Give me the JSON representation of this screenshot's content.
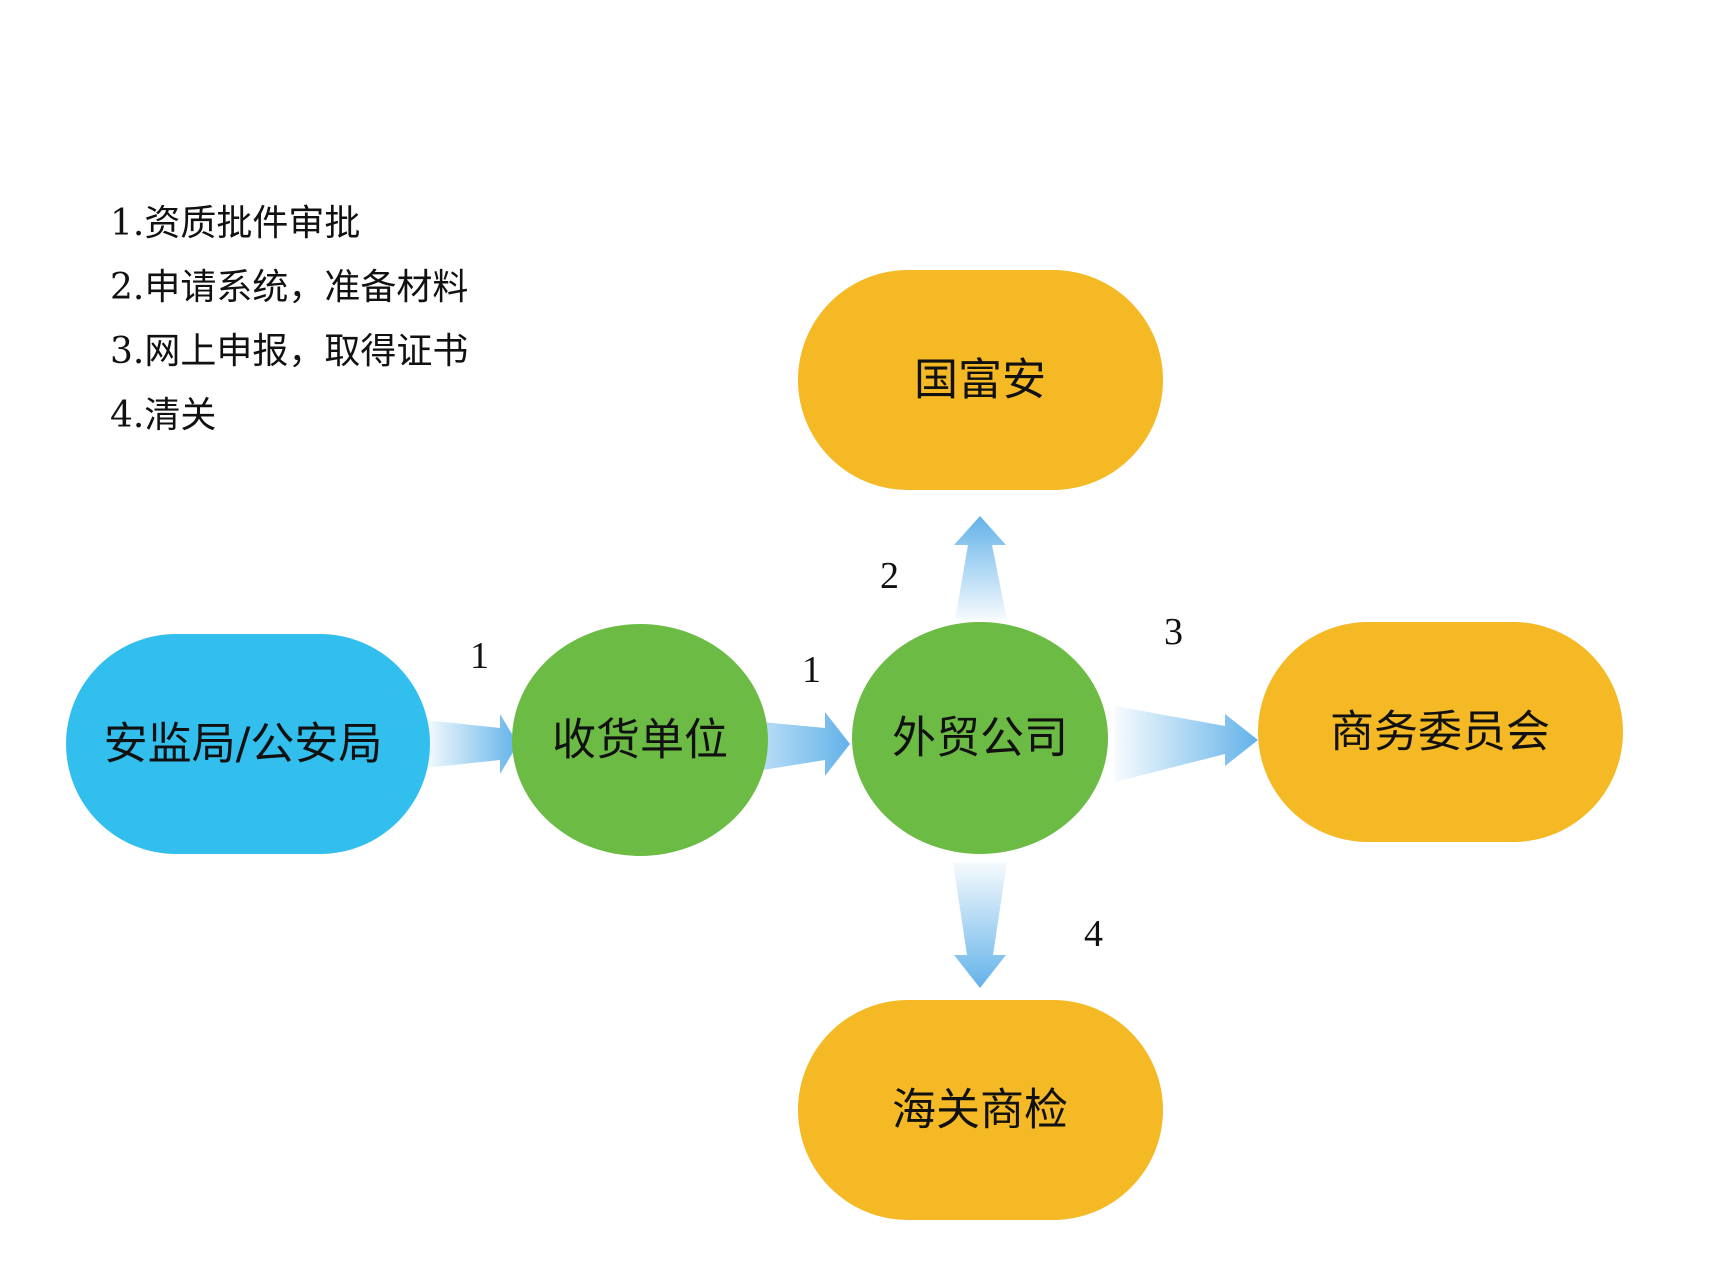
{
  "legend": [
    "1.资质批件审批",
    "2.申请系统，准备材料",
    "3.网上申报，取得证书",
    "4.清关"
  ],
  "nodes": {
    "anjianju": {
      "label": "安监局/公安局",
      "color": "#33bfee"
    },
    "shouhuo": {
      "label": "收货单位",
      "color": "#6cbb45"
    },
    "waimao": {
      "label": "外贸公司",
      "color": "#6cbb45"
    },
    "guofuan": {
      "label": "国富安",
      "color": "#f4b924"
    },
    "shangwu": {
      "label": "商务委员会",
      "color": "#f4b924"
    },
    "haiguan": {
      "label": "海关商检",
      "color": "#f4b924"
    }
  },
  "edges": [
    {
      "from": "anjianju",
      "to": "shouhuo",
      "label": "1"
    },
    {
      "from": "shouhuo",
      "to": "waimao",
      "label": "1"
    },
    {
      "from": "waimao",
      "to": "guofuan",
      "label": "2"
    },
    {
      "from": "waimao",
      "to": "shangwu",
      "label": "3"
    },
    {
      "from": "waimao",
      "to": "haiguan",
      "label": "4"
    }
  ],
  "arrow_color": "#5aaee8"
}
